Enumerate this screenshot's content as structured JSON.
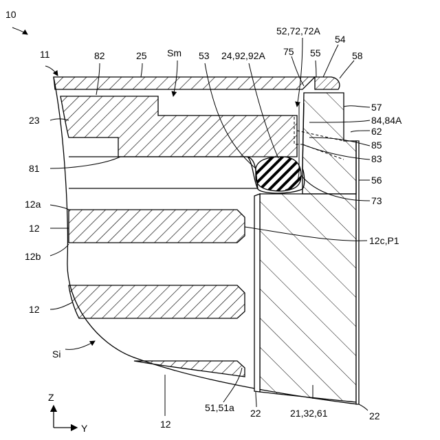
{
  "figure_number": "10",
  "labels": {
    "l11": "11",
    "l82": "82",
    "l25": "25",
    "lSm": "Sm",
    "l53": "53",
    "l24": "24,92,92A",
    "l52": "52,72,72A",
    "l75": "75",
    "l55": "55",
    "l54": "54",
    "l58": "58",
    "l23": "23",
    "l57": "57",
    "l84": "84,84A",
    "l62": "62",
    "l85": "85",
    "l81": "81",
    "l83": "83",
    "l56": "56",
    "l73": "73",
    "l12a": "12a",
    "l12_1": "12",
    "l12c": "12c,P1",
    "l12b": "12b",
    "l12_2": "12",
    "lSi": "Si",
    "l51": "51,51a",
    "l22_1": "22",
    "l21": "21,32,61",
    "l22_2": "22",
    "l12_3": "12"
  },
  "axes": {
    "z": "Z",
    "y": "Y"
  }
}
